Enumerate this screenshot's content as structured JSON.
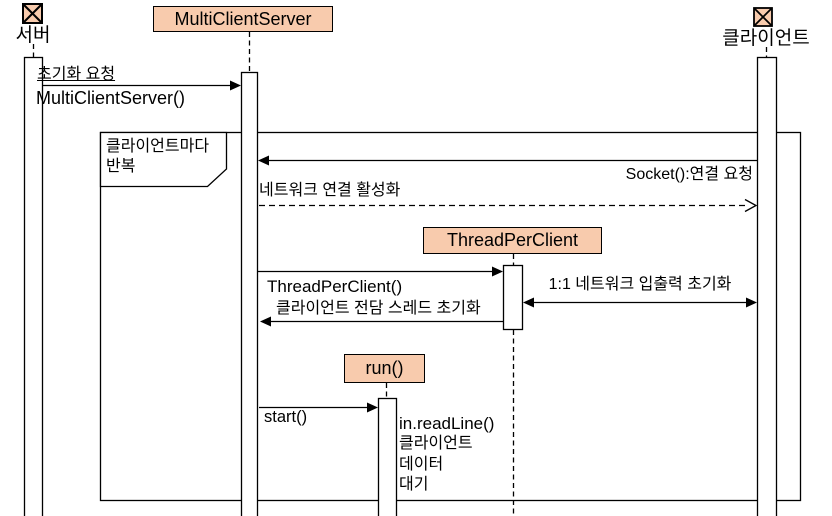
{
  "diagram": {
    "type": "uml-sequence-diagram",
    "colors": {
      "node_fill": "#F8CBAD",
      "line": "#000000",
      "background": "#ffffff"
    },
    "actors": {
      "server": {
        "label": "서버",
        "icon": "boxed-x-icon"
      },
      "client": {
        "label": "클라이언트",
        "icon": "boxed-x-icon"
      }
    },
    "objects": {
      "multi_client_server": {
        "label": "MultiClientServer"
      },
      "thread_per_client": {
        "label": "ThreadPerClient"
      },
      "run": {
        "label": "run()"
      }
    },
    "loop_frame": {
      "line1": "클라이언트마다",
      "line2": "반복"
    },
    "messages": {
      "init_request": {
        "label": "초기화 요청",
        "sublabel": "MultiClientServer()"
      },
      "socket_connect": {
        "label": "Socket():연결 요청"
      },
      "network_activate": {
        "label": "네트워크 연결 활성화"
      },
      "thread_per_client_call": {
        "label": "ThreadPerClient()"
      },
      "io_init": {
        "label": "1:1 네트워크 입출력 초기화"
      },
      "thread_init_return": {
        "label": "클라이언트 전담 스레드 초기화"
      },
      "start_call": {
        "label": "start()"
      },
      "read_line": {
        "label": "in.readLine()",
        "note1": "클라이언트",
        "note2": "데이터",
        "note3": "대기"
      }
    }
  }
}
